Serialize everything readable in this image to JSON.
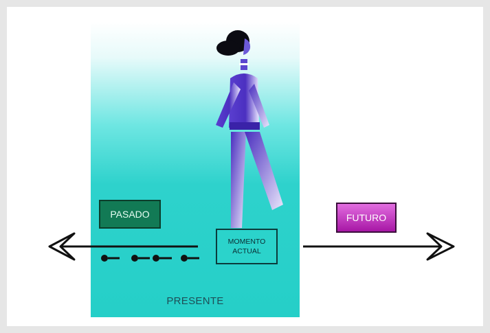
{
  "diagram": {
    "labels": {
      "past": "PASADO",
      "future": "FUTURO",
      "current_moment": "MOMENTO\nACTUAL",
      "present": "PRESENTE"
    }
  }
}
